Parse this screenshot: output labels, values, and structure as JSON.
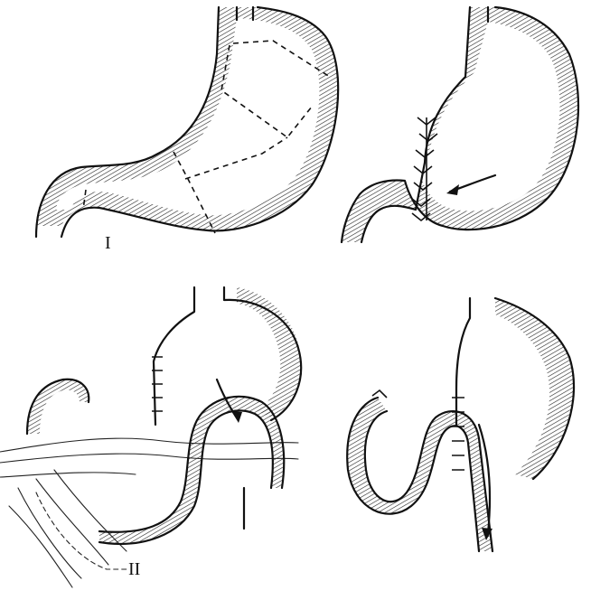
{
  "figure": {
    "panels": [
      {
        "id": "I",
        "label": "I",
        "description_hidden": false
      },
      {
        "id": "top-right"
      },
      {
        "id": "II",
        "label": "II"
      },
      {
        "id": "bottom-right"
      }
    ]
  },
  "labels": {
    "panel_one": "I",
    "panel_two": "II"
  },
  "colors": {
    "ink": "#111111",
    "background": "#ffffff"
  }
}
